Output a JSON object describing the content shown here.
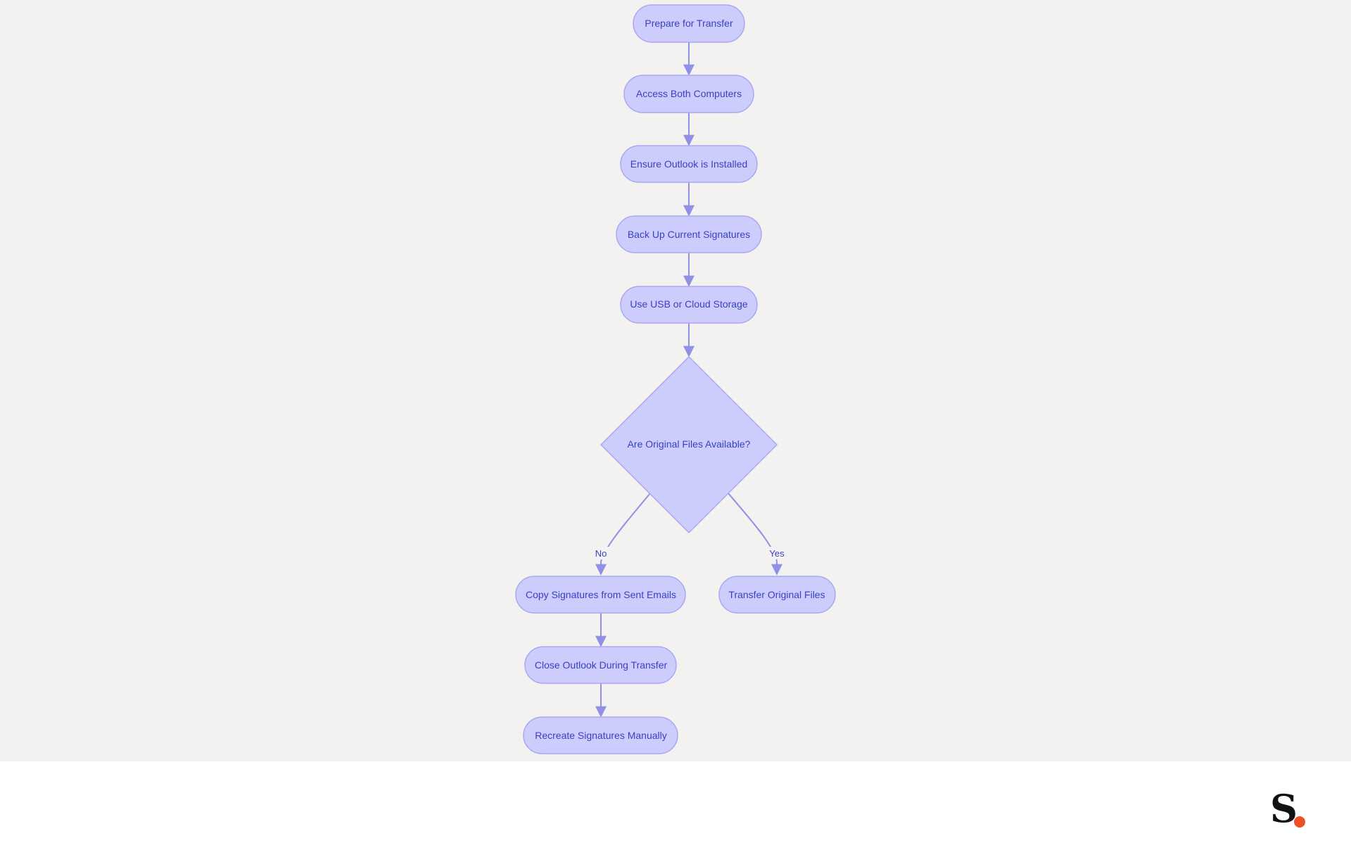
{
  "colors": {
    "background": "#f3f2f1",
    "node_fill": "#cccdfd",
    "node_stroke": "#a9a8f0",
    "node_text": "#3a3fc0",
    "edge": "#8f90e6",
    "logo_dot": "#f04e23"
  },
  "diagram": {
    "nodes": {
      "prepare": "Prepare for Transfer",
      "access": "Access Both Computers",
      "ensure": "Ensure Outlook is Installed",
      "backup": "Back Up Current Signatures",
      "usb": "Use USB or Cloud Storage",
      "decision": "Are Original Files Available?",
      "copy": "Copy Signatures from Sent Emails",
      "transfer": "Transfer Original Files",
      "close": "Close Outlook During Transfer",
      "recreate": "Recreate Signatures Manually"
    },
    "edge_labels": {
      "no": "No",
      "yes": "Yes"
    }
  },
  "footer": {
    "logo_letter": "S"
  }
}
